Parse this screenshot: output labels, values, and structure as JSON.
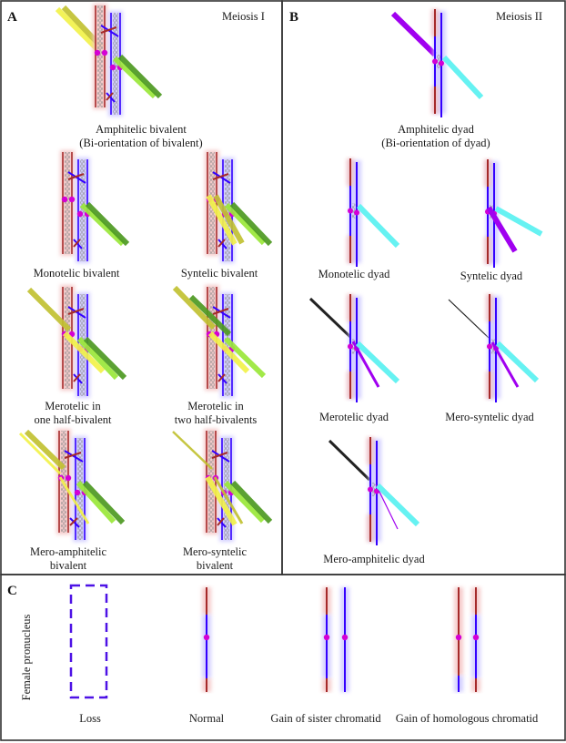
{
  "figure": {
    "panels": [
      {
        "id": "A",
        "letter": "A",
        "title": "Meiosis I",
        "items": [
          {
            "key": "amphitelic-bivalent",
            "label_lines": [
              "Amphitelic bivalent",
              "(Bi-orientation of bivalent)"
            ]
          },
          {
            "key": "monotelic-bivalent",
            "label_lines": [
              "Monotelic bivalent"
            ]
          },
          {
            "key": "syntelic-bivalent",
            "label_lines": [
              "Syntelic bivalent"
            ]
          },
          {
            "key": "merotelic-one-half-bivalent",
            "label_lines": [
              "Merotelic in",
              "one half-bivalent"
            ]
          },
          {
            "key": "merotelic-two-half-bivalents",
            "label_lines": [
              "Merotelic in",
              "two half-bivalents"
            ]
          },
          {
            "key": "mero-amphitelic-bivalent",
            "label_lines": [
              "Mero-amphitelic",
              "bivalent"
            ]
          },
          {
            "key": "mero-syntelic-bivalent",
            "label_lines": [
              "Mero-syntelic",
              "bivalent"
            ]
          }
        ]
      },
      {
        "id": "B",
        "letter": "B",
        "title": "Meiosis II",
        "items": [
          {
            "key": "amphitelic-dyad",
            "label_lines": [
              "Amphitelic dyad",
              "(Bi-orientation of dyad)"
            ]
          },
          {
            "key": "monotelic-dyad",
            "label_lines": [
              "Monotelic dyad"
            ]
          },
          {
            "key": "syntelic-dyad",
            "label_lines": [
              "Syntelic dyad"
            ]
          },
          {
            "key": "merotelic-dyad",
            "label_lines": [
              "Merotelic dyad"
            ]
          },
          {
            "key": "mero-syntelic-dyad",
            "label_lines": [
              "Mero-syntelic dyad"
            ]
          },
          {
            "key": "mero-amphitelic-dyad",
            "label_lines": [
              "Mero-amphitelic dyad"
            ]
          }
        ]
      },
      {
        "id": "C",
        "letter": "C",
        "row_label": "Female pronucleus",
        "items": [
          {
            "key": "loss",
            "label_lines": [
              "Loss"
            ]
          },
          {
            "key": "normal",
            "label_lines": [
              "Normal"
            ]
          },
          {
            "key": "gain-sister",
            "label_lines": [
              "Gain of sister chromatid"
            ]
          },
          {
            "key": "gain-homologous",
            "label_lines": [
              "Gain of homologous chromatid"
            ]
          }
        ]
      }
    ],
    "colors": {
      "maternal_red": "#a52a2a",
      "maternal_glow": "#f4c6c6",
      "paternal_blue": "#3300ff",
      "paternal_glow": "#cfcaff",
      "kinetochore_magenta": "#d400d4",
      "cohesin_gray": "#9a9a9a",
      "mt_yellow": "#f2f24a",
      "mt_olive": "#c2c233",
      "mt_lightgreen": "#9be83a",
      "mt_darkgreen": "#4e9a22",
      "mt_purple": "#a000f0",
      "mt_cyan": "#66f2f2",
      "mt_black": "#222222",
      "loss_box": "#4d12e6"
    }
  }
}
